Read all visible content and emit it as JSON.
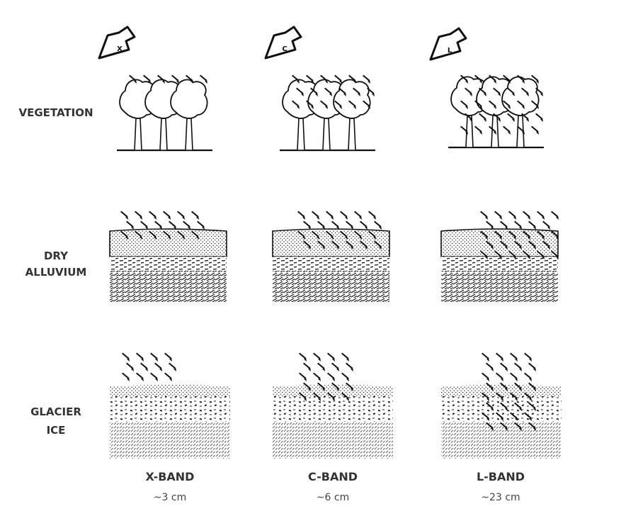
{
  "rows": [
    {
      "label": "VEGETATION"
    },
    {
      "label_lines": [
        "DRY",
        "ALLUVIUM"
      ]
    },
    {
      "label_lines": [
        "GLACIER",
        "ICE"
      ]
    }
  ],
  "bands": [
    {
      "sensor_letter": "X",
      "name": "X-BAND",
      "wavelength": "~3 cm"
    },
    {
      "sensor_letter": "C",
      "name": "C-BAND",
      "wavelength": "~6 cm"
    },
    {
      "sensor_letter": "L",
      "name": "L-BAND",
      "wavelength": "~23 cm"
    }
  ],
  "colors": {
    "ink": "#111111",
    "label": "#333333",
    "background": "#ffffff"
  },
  "icons": [
    "radar-sensor-icon",
    "tree-icon",
    "microwave-arrow-icon"
  ]
}
